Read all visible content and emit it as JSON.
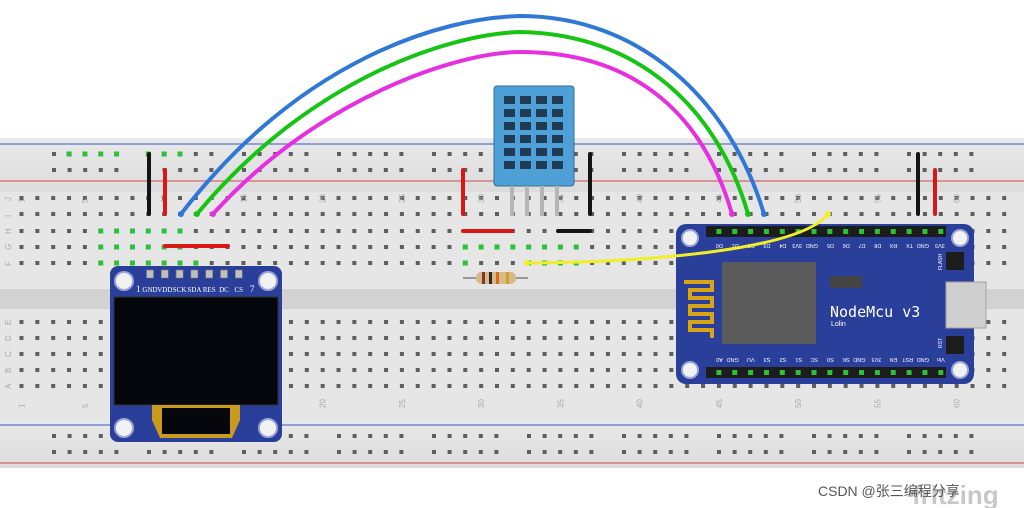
{
  "breadboard": {
    "column_labels": [
      "1",
      "5",
      "10",
      "15",
      "20",
      "25",
      "30",
      "35",
      "40",
      "45",
      "50",
      "55",
      "60"
    ],
    "row_labels_top": [
      "J",
      "I",
      "H",
      "G",
      "F"
    ],
    "row_labels_bottom": [
      "E",
      "D",
      "C",
      "B",
      "A"
    ]
  },
  "oled": {
    "pin_number_left": "1",
    "pin_number_right": "7",
    "pins": [
      "GND",
      "VDD",
      "SCK",
      "SDA",
      "RES",
      "DC",
      "CS"
    ]
  },
  "nodemcu": {
    "title": "NodeMcu v3",
    "subtitle": "Lolin",
    "button_top": "FLASH",
    "button_bottom": "RST",
    "top_pins": [
      "D0",
      "D1",
      "D2",
      "D3",
      "D4",
      "3V3",
      "GND",
      "D5",
      "D6",
      "D7",
      "D8",
      "RX",
      "TX",
      "GND",
      "3V3"
    ],
    "bottom_pins": [
      "A0",
      "GND",
      "VU",
      "S3",
      "S2",
      "S1",
      "SC",
      "S0",
      "SK",
      "GND",
      "3V3",
      "EN",
      "RST",
      "GND",
      "Vin"
    ]
  },
  "watermark": {
    "text": "CSDN @张三编程分享",
    "brand": "fritzing"
  },
  "colors": {
    "wire_blue": "#2f78d6",
    "wire_green": "#16c414",
    "wire_magenta": "#e52fe0",
    "wire_yellow": "#f0ee25",
    "wire_red": "#d81717",
    "wire_black": "#141414",
    "rail_red": "#d14b4b",
    "rail_blue": "#3a55c8",
    "board_blue": "#2a3f9a",
    "sensor_blue": "#4fa0d6"
  }
}
